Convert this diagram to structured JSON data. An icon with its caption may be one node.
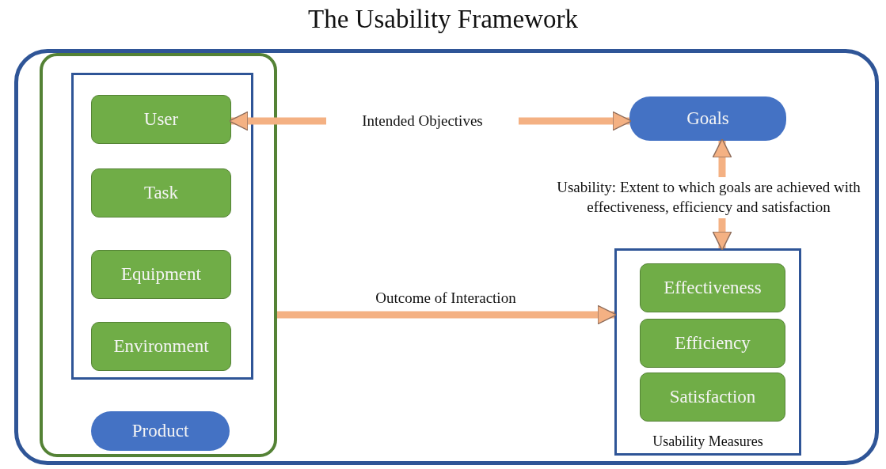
{
  "diagram": {
    "title": "The Usability Framework",
    "nodes": [
      {
        "text": [],
        "shape": "box"
      },
      {
        "text": [],
        "shape": "box",
        "in": 0
      },
      {
        "text": [],
        "shape": "box",
        "in": 1
      },
      {
        "text": [
          "User"
        ],
        "in": 2
      },
      {
        "text": [
          "Task"
        ],
        "in": 2
      },
      {
        "text": [
          "Equipment"
        ],
        "in": 2
      },
      {
        "text": [
          "Environment"
        ],
        "in": 2
      },
      {
        "text": [
          "Product"
        ],
        "in": 1
      },
      {
        "text": [
          "Intended Objectives"
        ],
        "in": 0
      },
      {
        "text": [
          "Goals"
        ],
        "in": 0
      },
      {
        "text": [
          "Usability: Extent to which goals are achieved with effectiveness, efficiency and satisfaction"
        ],
        "in": 0
      },
      {
        "text": [
          "Usability Measures"
        ],
        "in": 0
      },
      {
        "text": [
          "Effectiveness"
        ],
        "in": 11
      },
      {
        "text": [
          "Efficiency"
        ],
        "in": 11
      },
      {
        "text": [
          "Satisfaction"
        ],
        "in": 11
      }
    ],
    "edges": [
      {
        "from": 8,
        "to": 3,
        "arrow": "to"
      },
      {
        "from": 8,
        "to": 9,
        "arrow": "to"
      },
      {
        "from": 10,
        "to": 9,
        "arrow": "to"
      },
      {
        "from": 10,
        "to": 11,
        "arrow": "to"
      },
      {
        "from": 1,
        "to": 11,
        "arrow": "to",
        "label": "Outcome of Interaction"
      }
    ]
  }
}
